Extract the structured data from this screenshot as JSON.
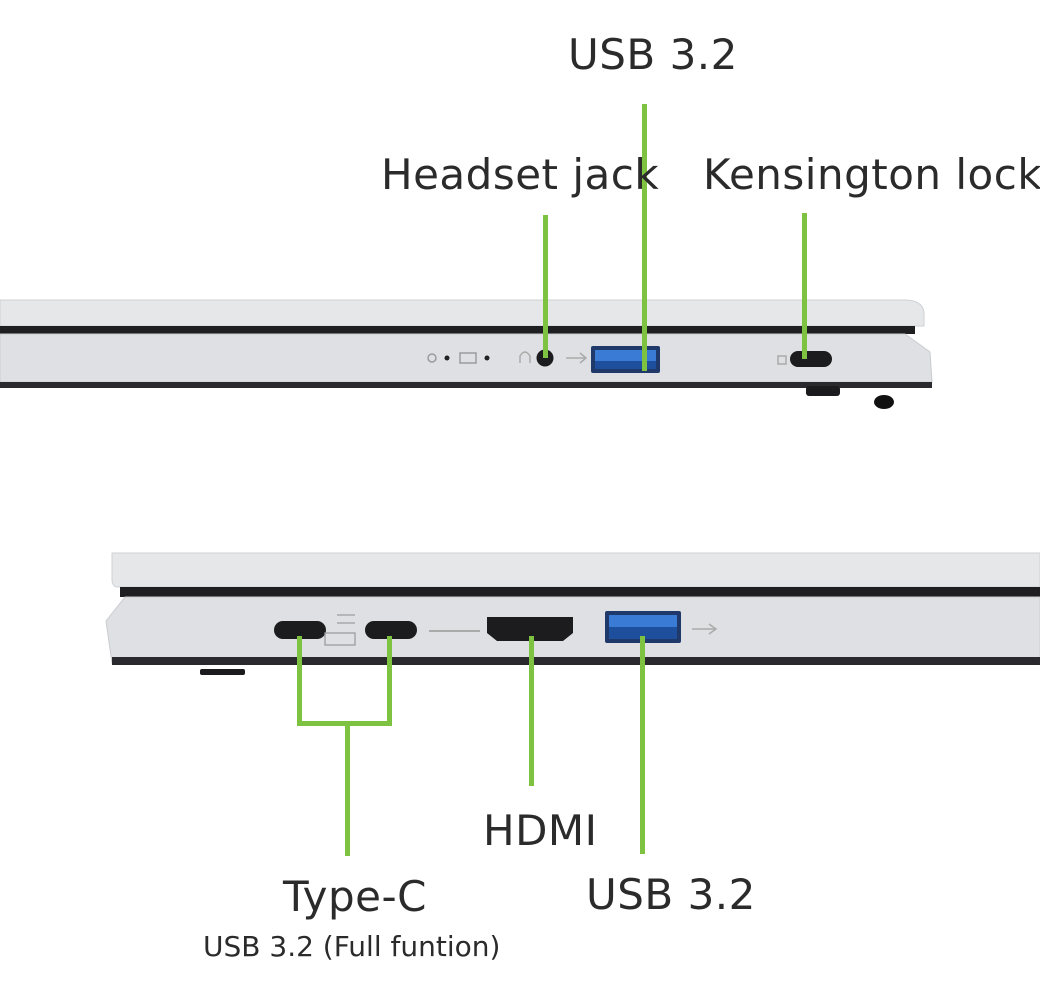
{
  "colors": {
    "leader_line": "#7ec242",
    "chassis": "#e3e4e6",
    "usb_blue": "#2f6fc4",
    "text": "#2b2b2b"
  },
  "top_view": {
    "labels": {
      "usb": "USB 3.2",
      "headset": "Headset jack",
      "kensington": "Kensington lock"
    },
    "icons": [
      "power-indicator-icon",
      "battery-indicator-icon",
      "headset-icon",
      "usb-icon",
      "lock-icon"
    ]
  },
  "bottom_view": {
    "labels": {
      "typec": "Type-C",
      "typec_sub": "USB 3.2 (Full funtion)",
      "hdmi": "HDMI",
      "usb": "USB 3.2"
    },
    "icons": [
      "usb-c-port-icon",
      "usb-c-port-icon",
      "hdmi-port-icon",
      "usb-a-port-icon",
      "usb-icon"
    ]
  }
}
